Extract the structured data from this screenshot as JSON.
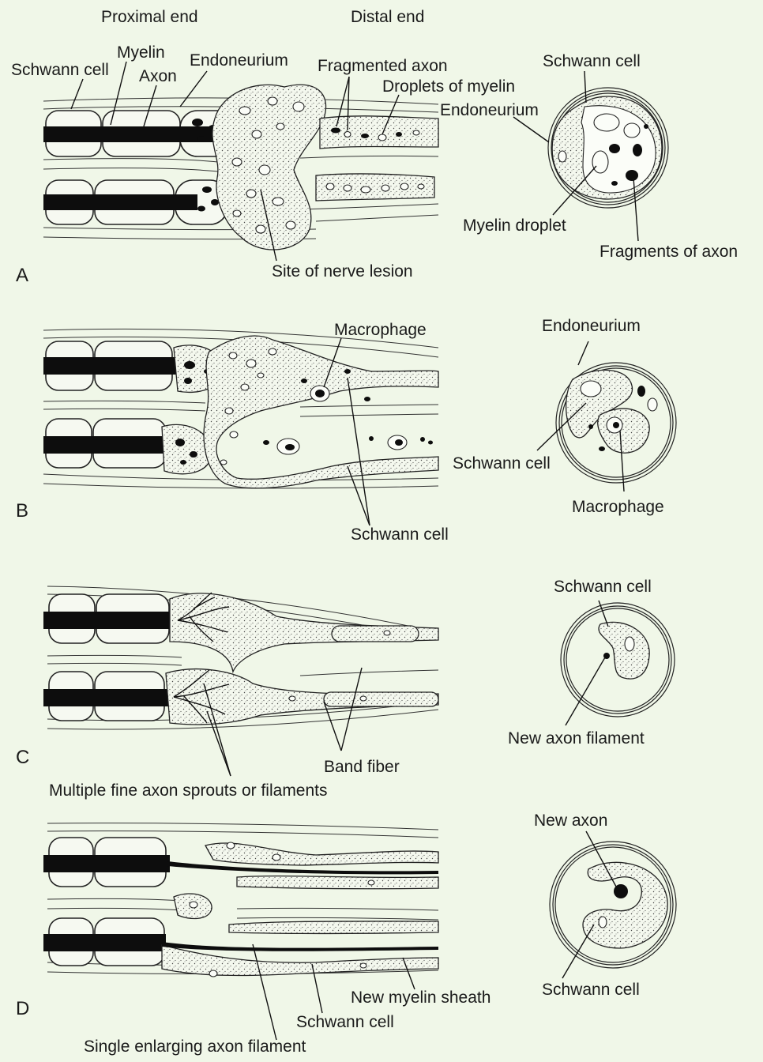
{
  "figure": {
    "headers": {
      "proximal": "Proximal end",
      "distal": "Distal end"
    },
    "panels": [
      {
        "letter": "A",
        "labels": {
          "schwann_cell": "Schwann cell",
          "myelin": "Myelin",
          "axon": "Axon",
          "endoneurium": "Endoneurium",
          "fragmented_axon": "Fragmented axon",
          "droplets_of_myelin": "Droplets of myelin",
          "site_of_lesion": "Site of nerve lesion"
        },
        "cross_section_labels": {
          "schwann_cell": "Schwann cell",
          "endoneurium": "Endoneurium",
          "myelin_droplet": "Myelin droplet",
          "fragments_of_axon": "Fragments of axon"
        }
      },
      {
        "letter": "B",
        "labels": {
          "macrophage": "Macrophage",
          "schwann_cell": "Schwann cell"
        },
        "cross_section_labels": {
          "endoneurium": "Endoneurium",
          "schwann_cell": "Schwann cell",
          "macrophage": "Macrophage"
        }
      },
      {
        "letter": "C",
        "labels": {
          "band_fiber": "Band fiber",
          "sprouts": "Multiple fine axon sprouts or filaments"
        },
        "cross_section_labels": {
          "schwann_cell": "Schwann cell",
          "new_axon_filament": "New axon filament"
        }
      },
      {
        "letter": "D",
        "labels": {
          "new_myelin_sheath": "New myelin sheath",
          "schwann_cell": "Schwann cell",
          "single_axon": "Single enlarging axon filament"
        },
        "cross_section_labels": {
          "new_axon": "New axon",
          "schwann_cell": "Schwann cell"
        }
      }
    ]
  }
}
